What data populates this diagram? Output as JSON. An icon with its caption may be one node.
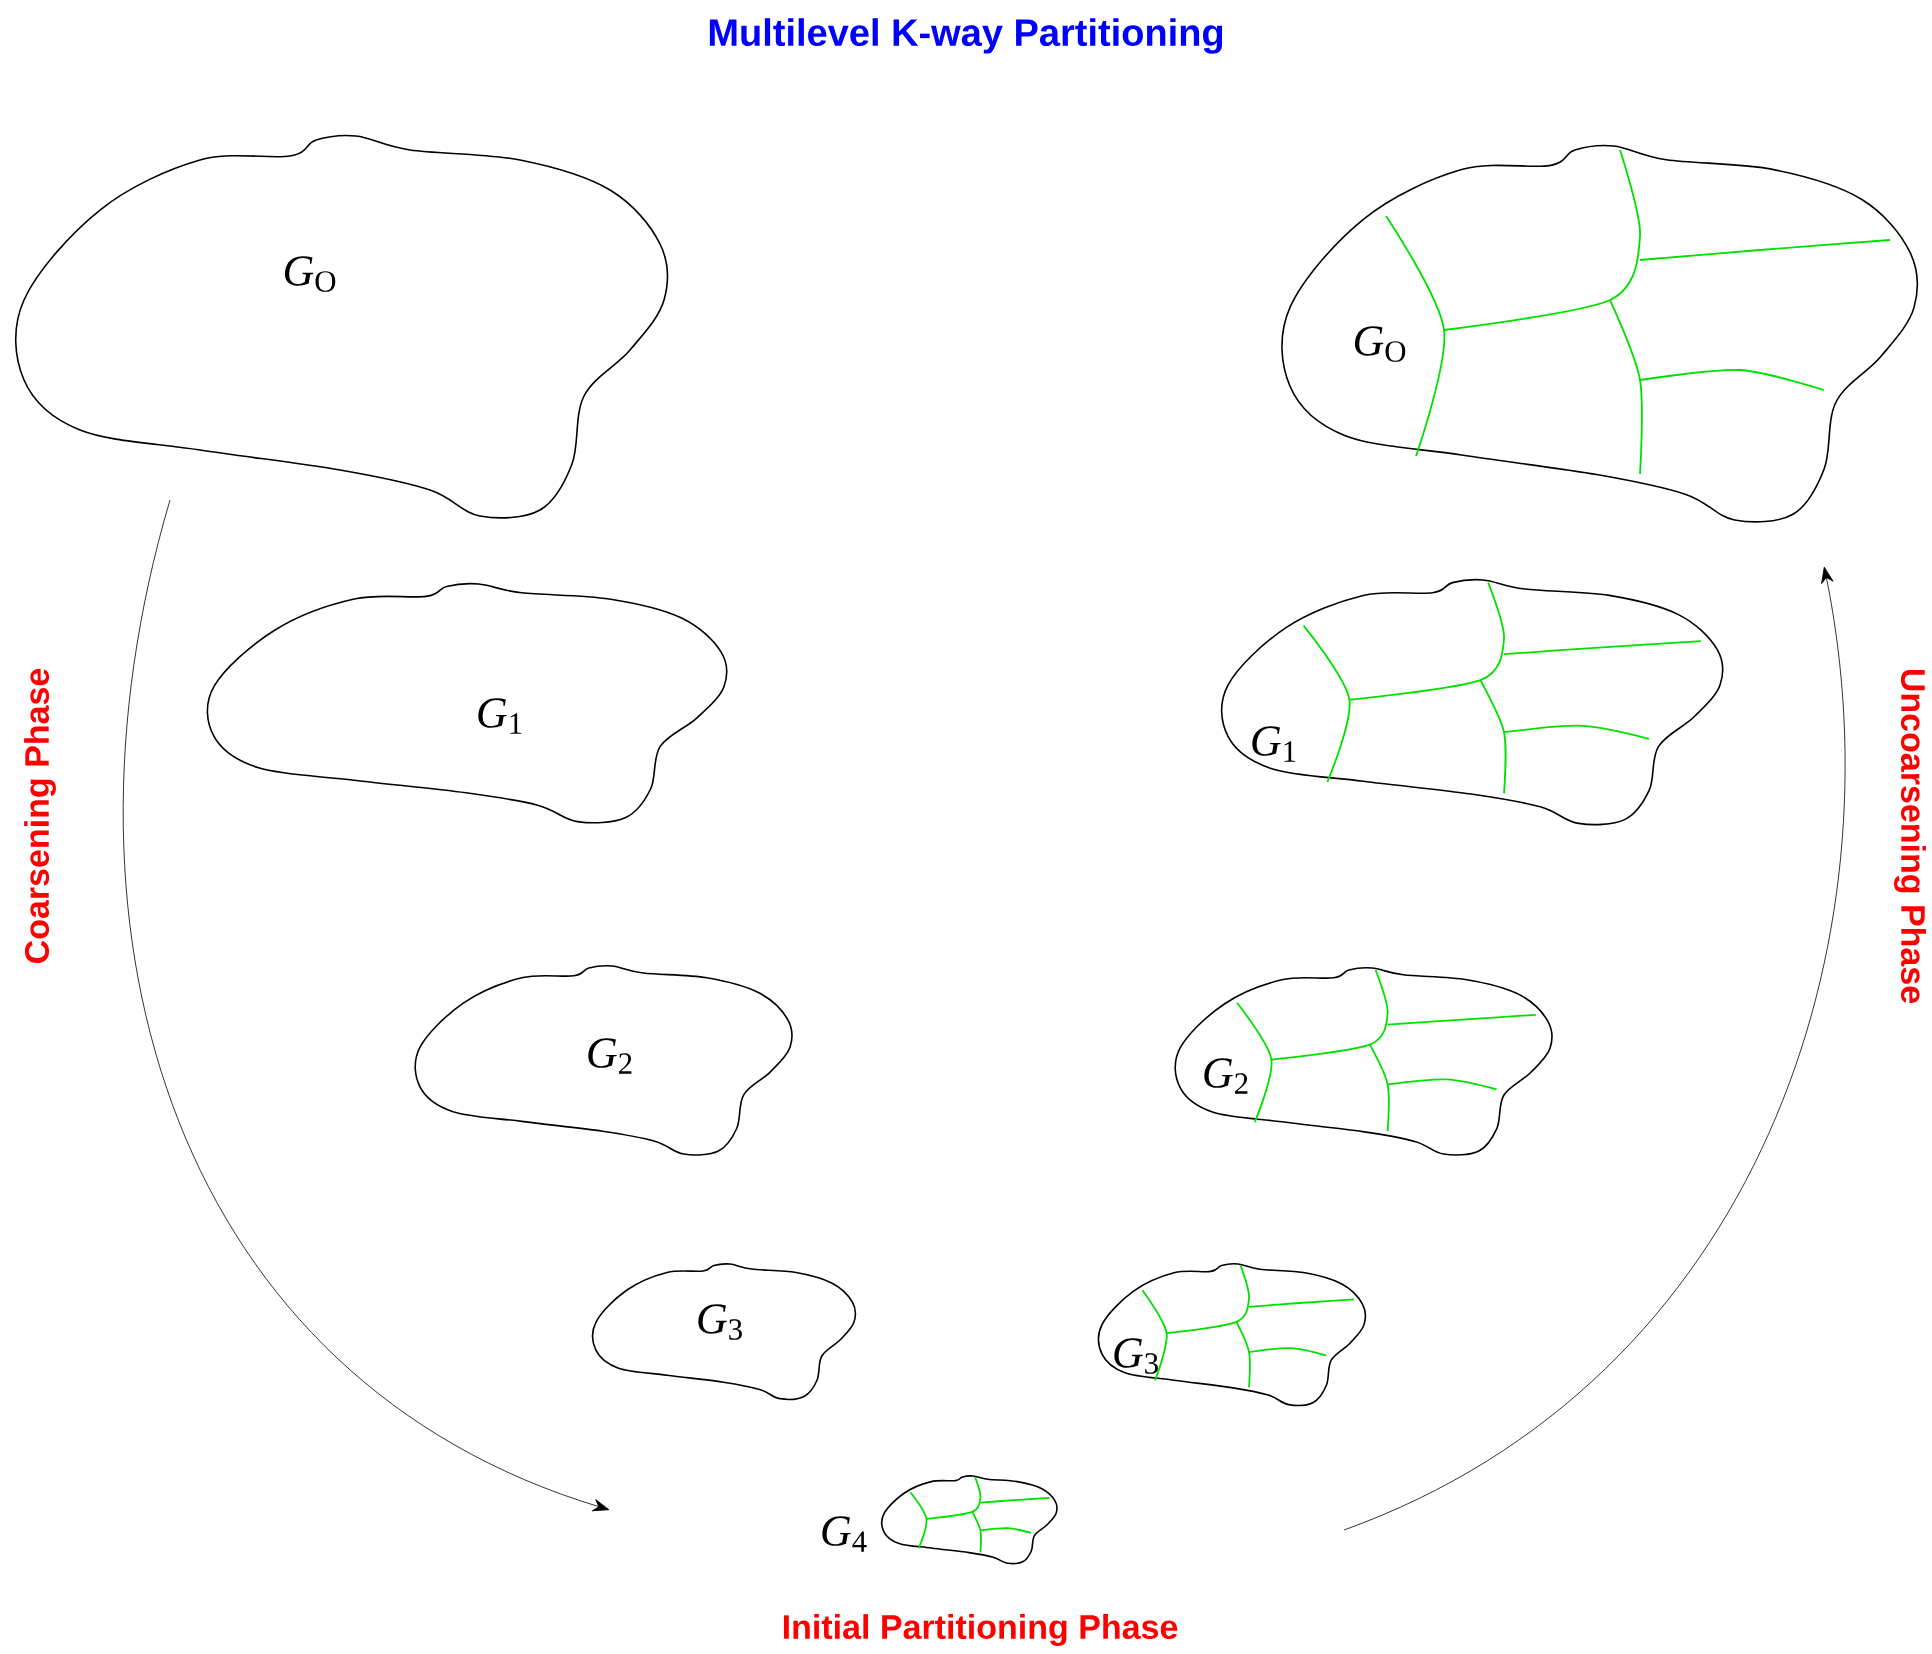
{
  "diagram": {
    "title": "Multilevel K-way Partitioning",
    "nodes": [
      {
        "text": [
          "*G*$_{O}$"
        ]
      },
      {
        "text": [
          "*G*$_{1}$"
        ]
      },
      {
        "text": [
          "*G*$_{2}$"
        ]
      },
      {
        "text": [
          "*G*$_{3}$"
        ]
      },
      {
        "text": [
          "*G*$_{4}$"
        ]
      },
      {
        "text": [
          "*G*$_{3}$"
        ]
      },
      {
        "text": [
          "*G*$_{2}$"
        ]
      },
      {
        "text": [
          "*G*$_{1}$"
        ]
      },
      {
        "text": [
          "*G*$_{O}$"
        ]
      }
    ],
    "labels": [
      "Coarsening Phase",
      "Uncoarsening Phase",
      "Initial Partitioning Phase"
    ]
  }
}
